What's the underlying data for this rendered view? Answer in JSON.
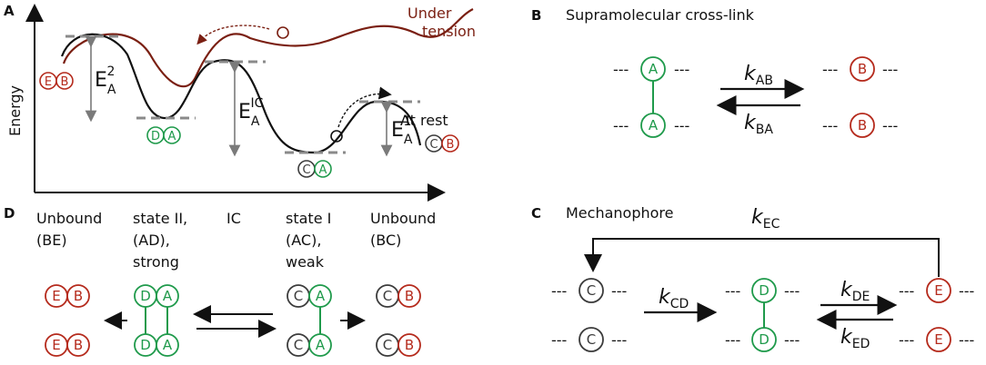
{
  "colors": {
    "red": "#b52a1c",
    "green": "#1f9a4b",
    "gray": "#3c3c3c",
    "brown": "#7a1f12",
    "dash": "#8a8a8a"
  },
  "panelA": {
    "label": "A",
    "ylabel": "Energy",
    "under_tension_1": "Under",
    "under_tension_2": "tension",
    "at_rest": "At rest",
    "E": "E",
    "A_sub": "A",
    "sup2": "2",
    "supIC": "IC",
    "sup1": "1",
    "pairEB": [
      "E",
      "B"
    ],
    "pairDA": [
      "D",
      "A"
    ],
    "pairCA": [
      "C",
      "A"
    ],
    "pairCB": [
      "C",
      "B"
    ]
  },
  "panelB": {
    "label": "B",
    "title": "Supramolecular cross-link",
    "k": "k",
    "AB": "AB",
    "BA": "BA",
    "A": "A",
    "B": "B",
    "dash": "---"
  },
  "panelC": {
    "label": "C",
    "title": "Mechanophore",
    "k": "k",
    "EC": "EC",
    "CD": "CD",
    "DE": "DE",
    "ED": "ED",
    "C": "C",
    "D": "D",
    "E": "E",
    "dash": "---"
  },
  "panelD": {
    "label": "D",
    "col1": [
      "Unbound",
      "(BE)"
    ],
    "col2": [
      "state II,",
      "(AD),",
      "strong"
    ],
    "col3": [
      "IC"
    ],
    "col4": [
      "state I",
      "(AC),",
      "weak"
    ],
    "col5": [
      "Unbound",
      "(BC)"
    ],
    "E": "E",
    "B": "B",
    "D": "D",
    "A": "A",
    "C": "C"
  }
}
